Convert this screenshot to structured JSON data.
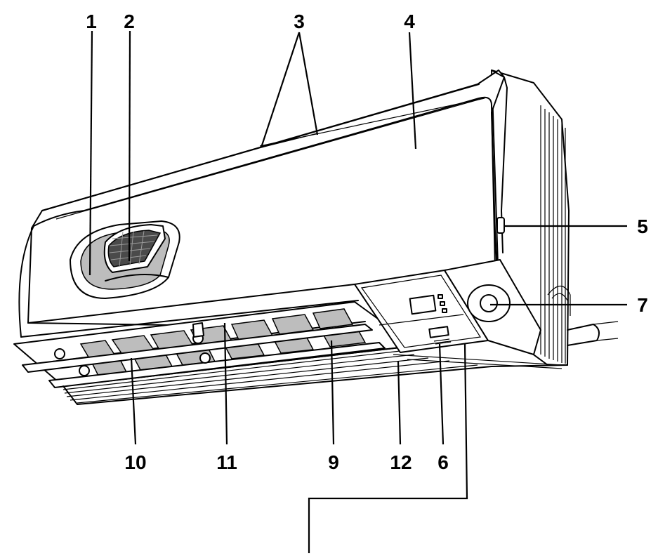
{
  "callouts": {
    "c1": "1",
    "c2": "2",
    "c3": "3",
    "c4": "4",
    "c5": "5",
    "c6": "6",
    "c7": "7",
    "c9": "9",
    "c10": "10",
    "c11": "11",
    "c12": "12"
  }
}
